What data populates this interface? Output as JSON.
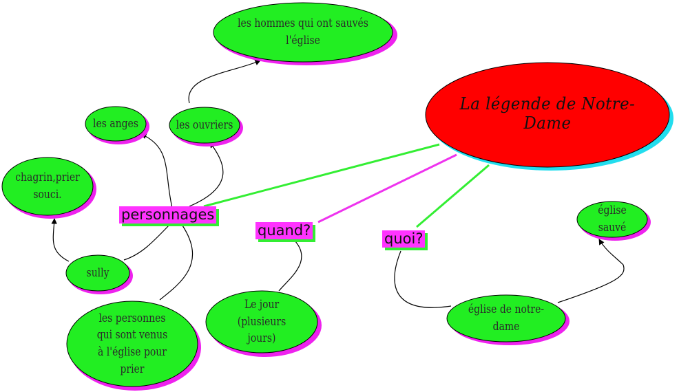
{
  "central_topic": "La légende de Notre-Dame",
  "categories": {
    "who": "personnages",
    "when": "quand?",
    "what": "quoi?"
  },
  "nodes": {
    "hommes": "les hommes qui ont sauvés l'église",
    "anges": "les anges",
    "ouvriers": "les ouvriers",
    "chagrin": "chagrin,prier souci.",
    "sully": "sully",
    "personnes": "les personnes qui sont venus à l'église pour prier",
    "jour": "Le jour (plusieurs jours)",
    "eglise_nd": "église de notre-dame",
    "eglise_sauve": "église sauvé"
  },
  "colors": {
    "node_fill": "#22ee22",
    "node_shadow": "#ee22ee",
    "central_fill": "#ff0000",
    "central_shadow": "#22ddee",
    "tag_fill": "#ff33ff",
    "tag_shadow": "#33ee33",
    "line_green": "#33ee33",
    "line_magenta": "#ee33ee"
  }
}
